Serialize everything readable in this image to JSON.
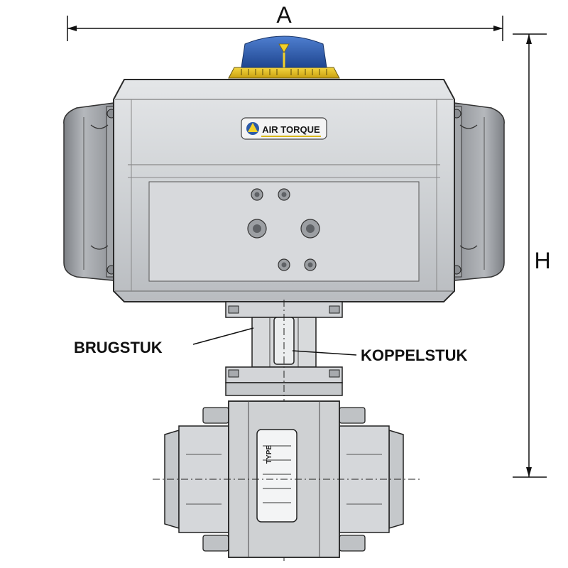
{
  "dimensions": {
    "width_label": "A",
    "height_label": "H"
  },
  "actuator": {
    "brand": "AIR TORQUE"
  },
  "callouts": {
    "bracket": "BRUGSTUK",
    "coupling": "KOPPELSTUK"
  },
  "valve": {
    "plate_text": "TYPE"
  },
  "colors": {
    "indicator_top": "#2c5aa8",
    "indicator_ring": "#e8c21a",
    "actuator_body": "#c9cccf",
    "end_cap": "#9a9da1",
    "valve_body": "#cfd1d3"
  }
}
